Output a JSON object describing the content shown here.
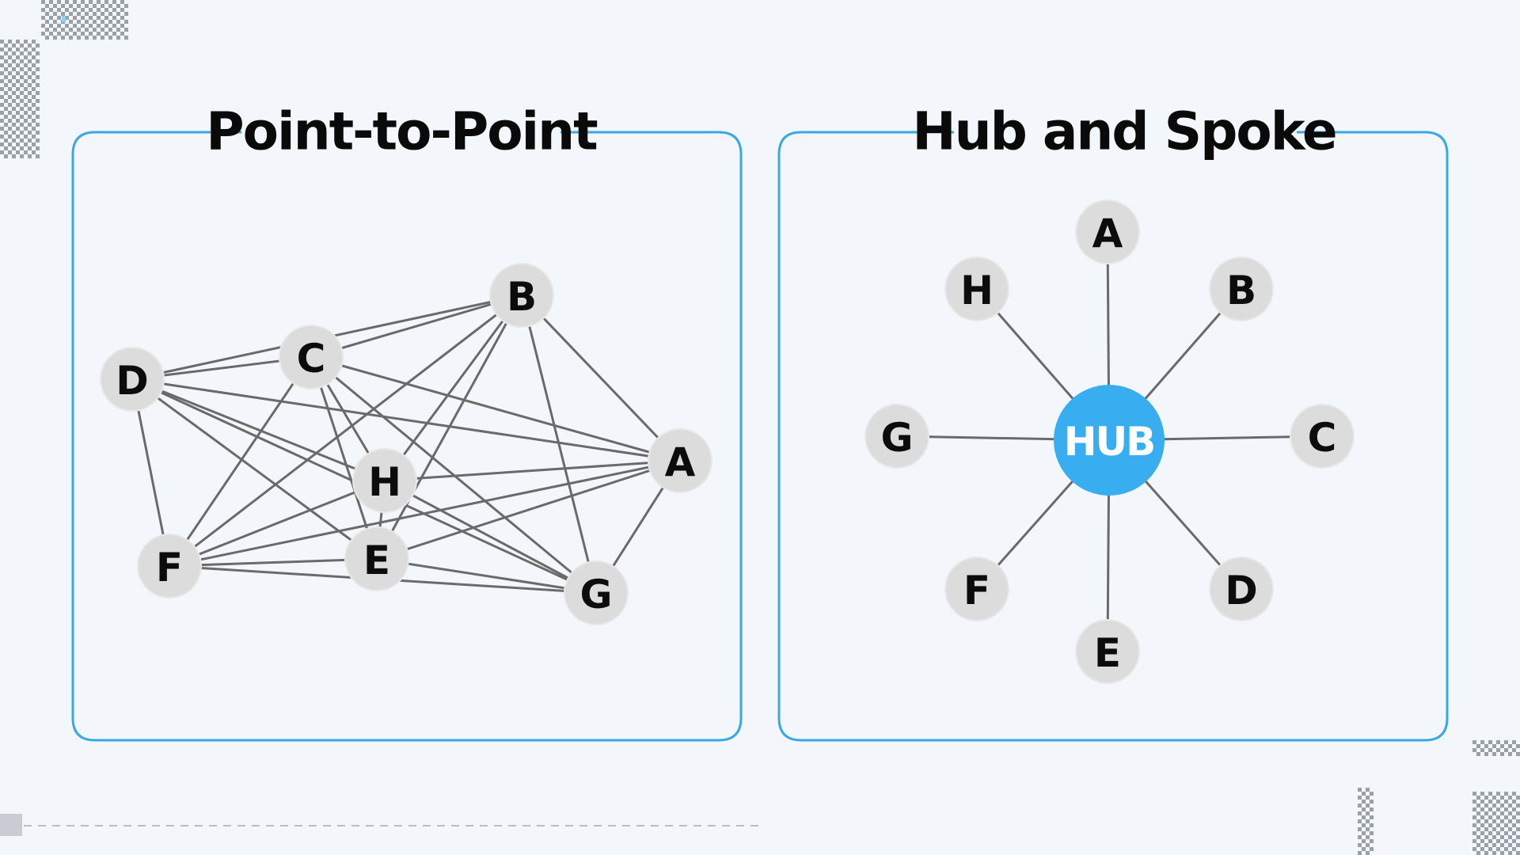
{
  "point_to_point": {
    "title": "Point-to-Point",
    "nodes": [
      {
        "id": "A",
        "label": "A"
      },
      {
        "id": "B",
        "label": "B"
      },
      {
        "id": "C",
        "label": "C"
      },
      {
        "id": "D",
        "label": "D"
      },
      {
        "id": "E",
        "label": "E"
      },
      {
        "id": "F",
        "label": "F"
      },
      {
        "id": "G",
        "label": "G"
      },
      {
        "id": "H",
        "label": "H"
      }
    ],
    "edges": [
      [
        "D",
        "C"
      ],
      [
        "D",
        "B"
      ],
      [
        "D",
        "A"
      ],
      [
        "D",
        "H"
      ],
      [
        "D",
        "E"
      ],
      [
        "D",
        "G"
      ],
      [
        "D",
        "F"
      ],
      [
        "C",
        "B"
      ],
      [
        "C",
        "A"
      ],
      [
        "C",
        "H"
      ],
      [
        "C",
        "E"
      ],
      [
        "C",
        "G"
      ],
      [
        "C",
        "F"
      ],
      [
        "B",
        "A"
      ],
      [
        "B",
        "H"
      ],
      [
        "B",
        "E"
      ],
      [
        "B",
        "G"
      ],
      [
        "B",
        "F"
      ],
      [
        "A",
        "H"
      ],
      [
        "A",
        "E"
      ],
      [
        "A",
        "G"
      ],
      [
        "A",
        "F"
      ],
      [
        "H",
        "E"
      ],
      [
        "H",
        "G"
      ],
      [
        "H",
        "F"
      ],
      [
        "E",
        "G"
      ],
      [
        "E",
        "F"
      ],
      [
        "F",
        "G"
      ]
    ]
  },
  "hub_and_spoke": {
    "title": "Hub and Spoke",
    "hub_label": "HUB",
    "nodes": [
      {
        "id": "A",
        "label": "A"
      },
      {
        "id": "B",
        "label": "B"
      },
      {
        "id": "C",
        "label": "C"
      },
      {
        "id": "D",
        "label": "D"
      },
      {
        "id": "E",
        "label": "E"
      },
      {
        "id": "F",
        "label": "F"
      },
      {
        "id": "G",
        "label": "G"
      },
      {
        "id": "H",
        "label": "H"
      }
    ]
  },
  "colors": {
    "frame": "#3aa8e4",
    "hub": "#38aef0",
    "node": "#dcdcdc",
    "edge": "#6a6a6a",
    "background": "#f3f6fb"
  }
}
